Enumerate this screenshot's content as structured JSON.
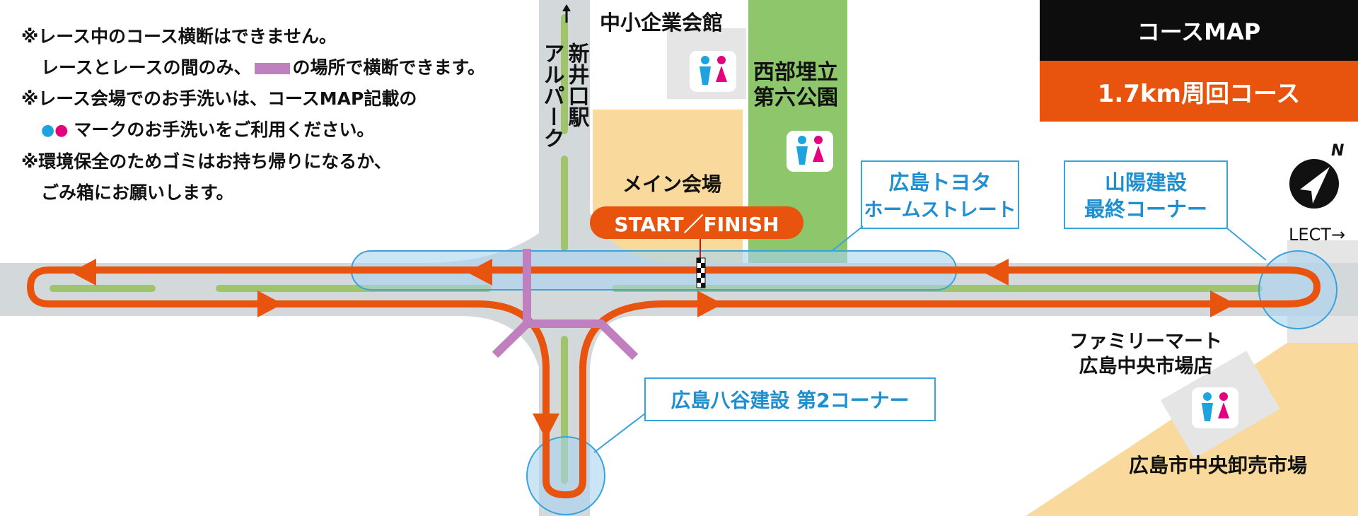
{
  "notes": {
    "line1": "※レース中のコース横断はできません。",
    "line2a": "レースとレースの間のみ、",
    "line2b": "の場所で横断できます。",
    "line3": "※レース会場でのお手洗いは、コースMAP記載の",
    "line4": "マークのお手洗いをご利用ください。",
    "line5": "※環境保全のためゴミはお持ち帰りになるか、",
    "line6": "ごみ箱にお願いします。"
  },
  "panel": {
    "title": "コースMAP",
    "course": "1.7km周回コース"
  },
  "map": {
    "station_line1": "新井口駅",
    "station_line2": "アルパーク",
    "sme_hall": "中小企業会館",
    "park_line1": "西部埋立",
    "park_line2": "第六公園",
    "main_venue": "メイン会場",
    "start_finish": "START／FINISH",
    "toyota_line1": "広島トヨタ",
    "toyota_line2": "ホームストレート",
    "sanyo_line1": "山陽建設",
    "sanyo_line2": "最終コーナー",
    "compass_n": "N",
    "lect": "LECT→",
    "familymart_line1": "ファミリーマート",
    "familymart_line2": "広島中央市場店",
    "yaya_corner": "広島八谷建設 第2コーナー",
    "market": "広島市中央卸売市場"
  },
  "colors": {
    "course": "#e8530e",
    "road": "#d3d8db",
    "median": "#9fc46b",
    "park": "#8dc66b",
    "venue": "#f9d99c",
    "building": "#e5e5e5",
    "crossing": "#c07fbf",
    "highlight_fill": "#a9d4ee",
    "highlight_stroke": "#39a3dc",
    "callout_text": "#1f8fd0"
  },
  "icons": {
    "restroom": "restroom-icon",
    "compass": "compass-icon",
    "arrow": "course-direction-arrow",
    "checkered": "finish-line-icon"
  }
}
